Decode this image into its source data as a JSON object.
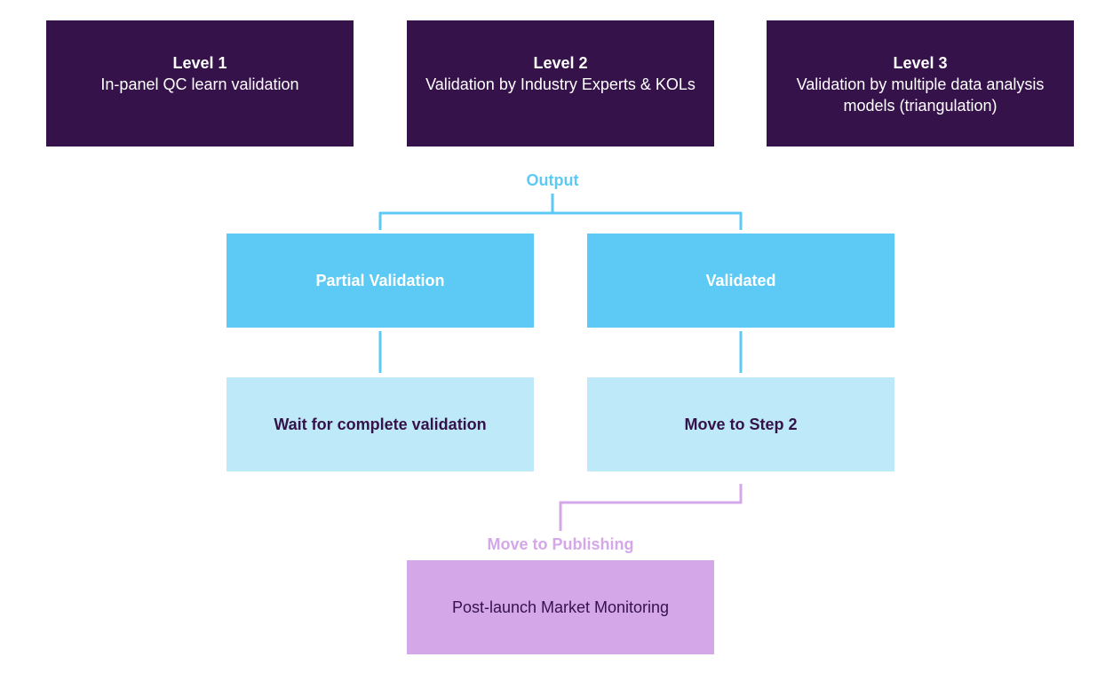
{
  "levels": [
    {
      "title": "Level 1",
      "description": "In-panel QC learn validation"
    },
    {
      "title": "Level 2",
      "description": "Validation by Industry Experts & KOLs"
    },
    {
      "title": "Level 3",
      "description": "Validation by multiple data analysis models (triangulation)"
    }
  ],
  "output_label": "Output",
  "outcomes": [
    {
      "label": "Partial Validation",
      "next_step": "Wait for complete validation"
    },
    {
      "label": "Validated",
      "next_step": "Move to Step 2"
    }
  ],
  "publishing_label": "Move to Publishing",
  "publishing_box": "Post-launch Market Monitoring",
  "colors": {
    "level_bg": "#36124a",
    "output_bg": "#5ccaf4",
    "next_bg": "#bde9f9",
    "publish_bg": "#d4a7e9",
    "output_line": "#5ccaf4",
    "publish_line": "#d4a7e9",
    "dark_text": "#36124a"
  }
}
